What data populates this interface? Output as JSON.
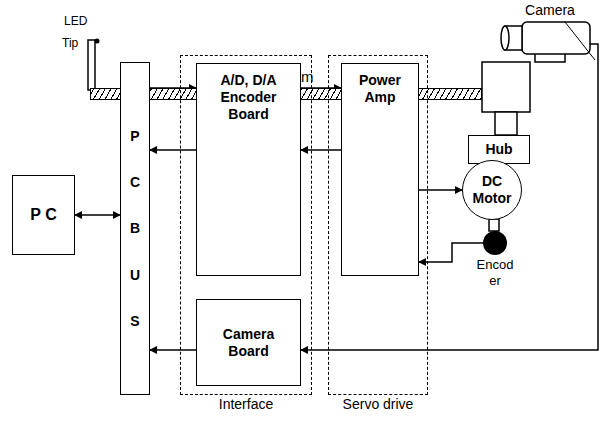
{
  "diagram": {
    "nodes": [
      {
        "text": [
          "Camera"
        ]
      },
      {
        "text": [
          "Flexible Beam"
        ]
      },
      {
        "text": [
          "P C B U S"
        ]
      },
      {
        "text": [
          "Interface"
        ]
      },
      {
        "text": [
          "A/D, D/A Encoder Board"
        ],
        "in": 3
      },
      {
        "text": [
          "Servo drive"
        ]
      },
      {
        "text": [
          "Power Amp"
        ],
        "in": 5
      },
      {
        "text": [
          "Hub"
        ]
      },
      {
        "text": [
          "DC Motor"
        ]
      },
      {
        "text": [
          "P C"
        ]
      },
      {
        "text": [
          "Encod er"
        ]
      },
      {
        "text": [
          "Camera Board"
        ],
        "in": 3
      }
    ],
    "edges": [
      {
        "from": 9,
        "to": 2,
        "arrow": "both"
      },
      {
        "from": 2,
        "to": 4,
        "arrow": "to"
      },
      {
        "from": 4,
        "to": 2,
        "arrow": "to"
      },
      {
        "from": 4,
        "to": 6,
        "arrow": "to"
      },
      {
        "from": 6,
        "to": 4,
        "arrow": "to"
      },
      {
        "from": 6,
        "to": 8,
        "arrow": "to"
      },
      {
        "from": 10,
        "to": 6,
        "arrow": "to"
      },
      {
        "from": 11,
        "to": 2,
        "arrow": "to"
      },
      {
        "from": 0,
        "to": 11,
        "arrow": "to"
      }
    ],
    "labels": [
      "LED",
      "Tip"
    ]
  }
}
